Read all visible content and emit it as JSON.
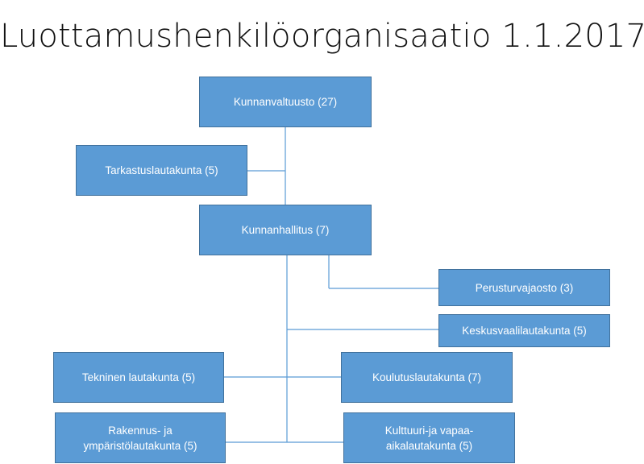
{
  "title": "Luottamushenkilöorganisaatio 1.1.2017",
  "colors": {
    "box_fill": "#5b9bd5",
    "box_border": "#41719c",
    "line": "#5b9bd5",
    "text": "#ffffff"
  },
  "nodes": {
    "valtuusto": {
      "label": "Kunnanvaltuusto (27)"
    },
    "tarkastus": {
      "label": "Tarkastuslautakunta (5)"
    },
    "hallitus": {
      "label": "Kunnanhallitus (7)"
    },
    "perusturva": {
      "label": "Perusturvajaosto (3)"
    },
    "keskusvaali": {
      "label": "Keskusvaalilautakunta (5)"
    },
    "tekninen": {
      "label": "Tekninen lautakunta (5)"
    },
    "koulutus": {
      "label": "Koulutuslautakunta (7)"
    },
    "rakennus": {
      "label_line1": "Rakennus- ja",
      "label_line2": "ympäristölautakunta (5)"
    },
    "kulttuuri": {
      "label_line1": "Kulttuuri-ja vapaa-",
      "label_line2": "aikalautakunta (5)"
    }
  }
}
